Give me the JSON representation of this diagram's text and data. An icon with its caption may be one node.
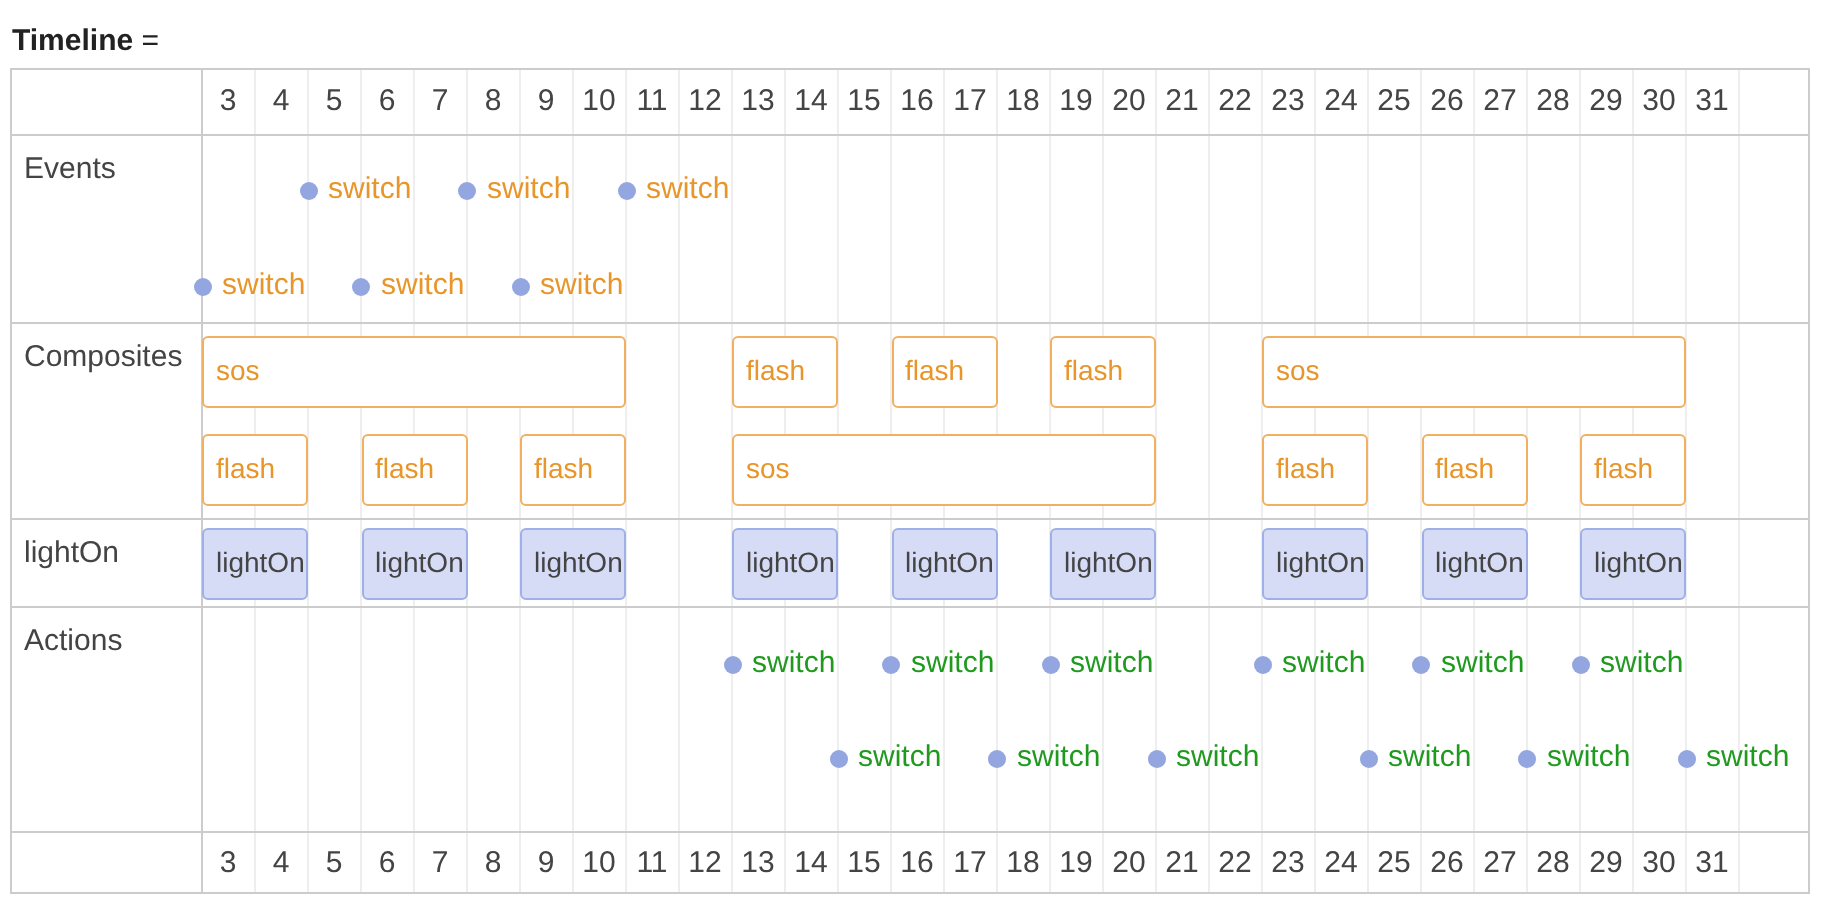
{
  "diagram": {
    "title": "**Timeline** =",
    "nodes": [
      {
        "text": [
          "Events"
        ]
      },
      {
        "text": [],
        "shape": "circle",
        "beside": [
          "switch"
        ],
        "in": 0
      },
      {
        "text": [],
        "shape": "circle",
        "beside": [
          "switch"
        ],
        "in": 0
      },
      {
        "text": [],
        "shape": "circle",
        "beside": [
          "switch"
        ],
        "in": 0
      },
      {
        "text": [],
        "shape": "circle",
        "beside": [
          "switch"
        ],
        "in": 0
      },
      {
        "text": [],
        "shape": "circle",
        "beside": [
          "switch"
        ],
        "in": 0
      },
      {
        "text": [],
        "shape": "circle",
        "beside": [
          "switch"
        ],
        "in": 0
      },
      {
        "text": [
          "Composites"
        ]
      },
      {
        "text": [
          "sos"
        ],
        "in": 7
      },
      {
        "text": [
          "flash"
        ],
        "in": 7
      },
      {
        "text": [
          "flash"
        ],
        "in": 7
      },
      {
        "text": [
          "flash"
        ],
        "in": 7
      },
      {
        "text": [
          "sos"
        ],
        "in": 7
      },
      {
        "text": [
          "flash"
        ],
        "in": 7
      },
      {
        "text": [
          "flash"
        ],
        "in": 7
      },
      {
        "text": [
          "flash"
        ],
        "in": 7
      },
      {
        "text": [
          "sos"
        ],
        "in": 7
      },
      {
        "text": [
          "flash"
        ],
        "in": 7
      },
      {
        "text": [
          "flash"
        ],
        "in": 7
      },
      {
        "text": [
          "flash"
        ],
        "in": 7
      },
      {
        "text": [
          "lightOn"
        ]
      },
      {
        "text": [
          "lightOn"
        ],
        "in": 20
      },
      {
        "text": [
          "lightOn"
        ],
        "in": 20
      },
      {
        "text": [
          "lightOn"
        ],
        "in": 20
      },
      {
        "text": [
          "lightOn"
        ],
        "in": 20
      },
      {
        "text": [
          "lightOn"
        ],
        "in": 20
      },
      {
        "text": [
          "lightOn"
        ],
        "in": 20
      },
      {
        "text": [
          "lightOn"
        ],
        "in": 20
      },
      {
        "text": [
          "lightOn"
        ],
        "in": 20
      },
      {
        "text": [
          "lightOn"
        ],
        "in": 20
      },
      {
        "text": [
          "Actions"
        ]
      },
      {
        "text": [],
        "shape": "circle",
        "beside": [
          "switch"
        ],
        "in": 30
      },
      {
        "text": [],
        "shape": "circle",
        "beside": [
          "switch"
        ],
        "in": 30
      },
      {
        "text": [],
        "shape": "circle",
        "beside": [
          "switch"
        ],
        "in": 30
      },
      {
        "text": [],
        "shape": "circle",
        "beside": [
          "switch"
        ],
        "in": 30
      },
      {
        "text": [],
        "shape": "circle",
        "beside": [
          "switch"
        ],
        "in": 30
      },
      {
        "text": [],
        "shape": "circle",
        "beside": [
          "switch"
        ],
        "in": 30
      },
      {
        "text": [],
        "shape": "circle",
        "beside": [
          "switch"
        ],
        "in": 30
      },
      {
        "text": [],
        "shape": "circle",
        "beside": [
          "switch"
        ],
        "in": 30
      },
      {
        "text": [],
        "shape": "circle",
        "beside": [
          "switch"
        ],
        "in": 30
      },
      {
        "text": [],
        "shape": "circle",
        "beside": [
          "switch"
        ],
        "in": 30
      },
      {
        "text": [],
        "shape": "circle",
        "beside": [
          "switch"
        ],
        "in": 30
      },
      {
        "text": [],
        "shape": "circle",
        "beside": [
          "switch"
        ],
        "in": 30
      }
    ],
    "edges": [],
    "labels": [
      "3",
      "4",
      "5",
      "6",
      "7",
      "8",
      "9",
      "10",
      "11",
      "12",
      "13",
      "14",
      "15",
      "16",
      "17",
      "18",
      "19",
      "20",
      "21",
      "22",
      "23",
      "24",
      "25",
      "26",
      "27",
      "28",
      "29",
      "30",
      "31",
      "3",
      "4",
      "5",
      "6",
      "7",
      "8",
      "9",
      "10",
      "11",
      "12",
      "13",
      "14",
      "15",
      "16",
      "17",
      "18",
      "19",
      "20",
      "21",
      "22",
      "23",
      "24",
      "25",
      "26",
      "27",
      "28",
      "29",
      "30",
      "31"
    ]
  }
}
